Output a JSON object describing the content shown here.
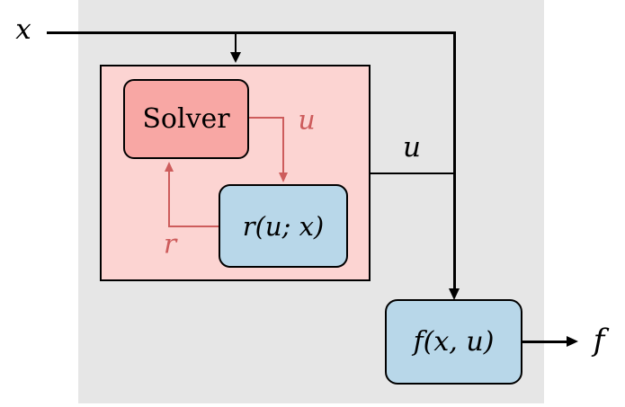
{
  "labels": {
    "input_x": "x",
    "wire_u": "u",
    "loop_u": "u",
    "loop_r": "r",
    "output_f": "f"
  },
  "blocks": {
    "solver": "Solver",
    "residual": "r(u; x)",
    "function": "f(x, u)"
  },
  "colors": {
    "background": "#ffffff",
    "panel_gray": "#e6e6e6",
    "panel_pink": "#fcd4d2",
    "solver_fill": "#f8a7a4",
    "block_blue": "#b8d7e9",
    "wire_black": "#000000",
    "accent_red": "#cd5c5c"
  }
}
